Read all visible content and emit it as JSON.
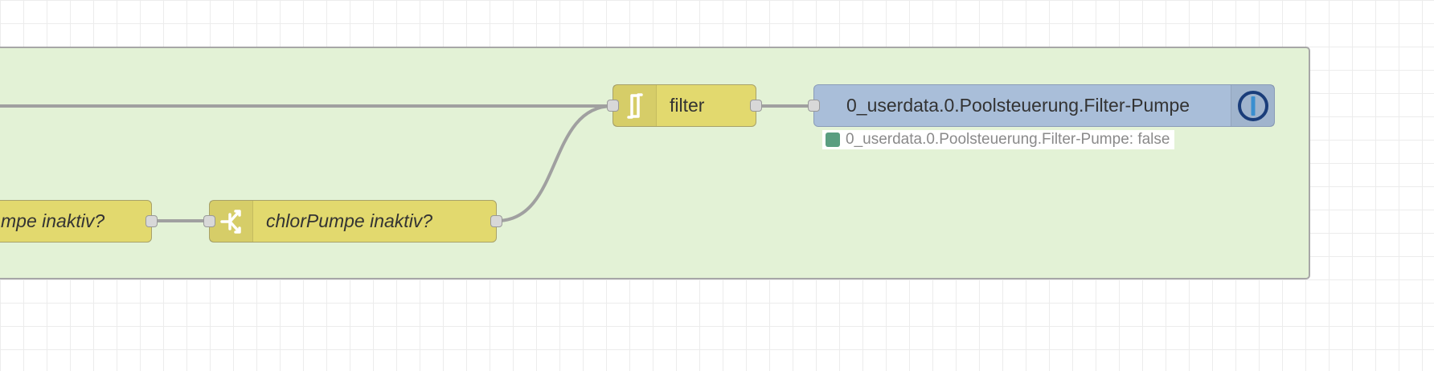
{
  "flow": {
    "nodes": {
      "switch_left": {
        "label": "mpe inaktiv?"
      },
      "switch_chlor": {
        "label": "chlorPumpe inaktiv?"
      },
      "filter": {
        "label": "filter"
      },
      "iobroker_out": {
        "label": "0_userdata.0.Poolsteuerung.Filter-Pumpe"
      }
    },
    "status": {
      "text": "0_userdata.0.Poolsteuerung.Filter-Pumpe: false",
      "color": "#5a9e80"
    }
  },
  "colors": {
    "group_fill": "#e3f2d6",
    "function_node": "#e2d96e",
    "iobroker_node": "#a9bed9",
    "wire": "#999999"
  }
}
